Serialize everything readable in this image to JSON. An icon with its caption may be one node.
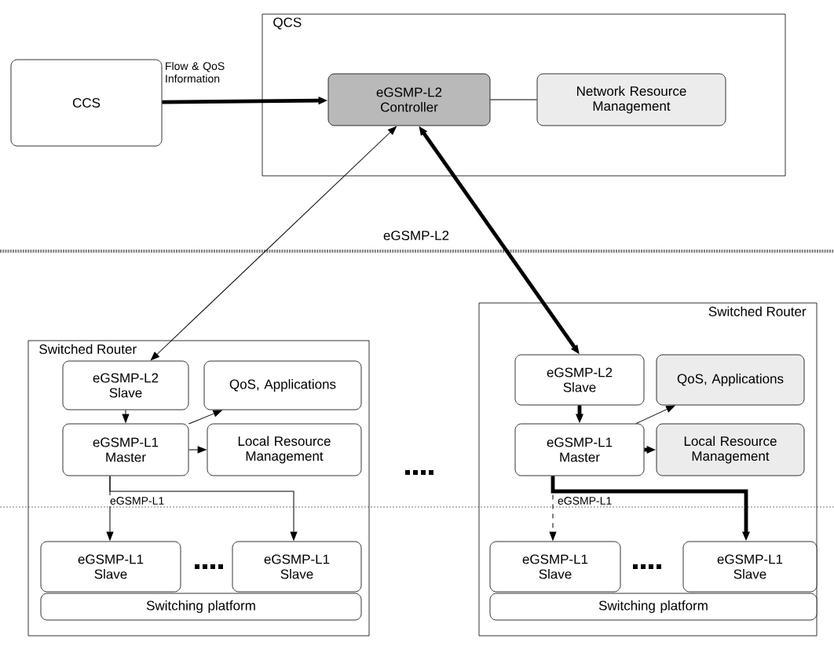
{
  "diagram": {
    "nodes": [
      {
        "text": [
          "CCS"
        ]
      },
      {
        "text": [
          "QCS"
        ]
      },
      {
        "text": [
          "eGSMP-L2 Controller"
        ],
        "in": 1
      },
      {
        "text": [
          "Network Resource Management"
        ],
        "in": 1
      },
      {
        "text": [
          "Switched Router"
        ]
      },
      {
        "text": [
          "eGSMP-L2 Slave"
        ],
        "in": 4
      },
      {
        "text": [
          "QoS, Applications"
        ],
        "in": 4
      },
      {
        "text": [
          "eGSMP-L1 Master"
        ],
        "in": 4
      },
      {
        "text": [
          "Local Resource Management"
        ],
        "in": 4
      },
      {
        "text": [
          "eGSMP-L1 Slave"
        ],
        "in": 4
      },
      {
        "text": [
          "eGSMP-L1 Slave"
        ],
        "in": 4
      },
      {
        "text": [
          "Switching platform"
        ],
        "in": 4
      },
      {
        "text": [
          "Switched Router"
        ]
      },
      {
        "text": [
          "eGSMP-L2 Slave"
        ],
        "in": 12
      },
      {
        "text": [
          "QoS, Applications"
        ],
        "in": 12
      },
      {
        "text": [
          "eGSMP-L1 Master"
        ],
        "in": 12
      },
      {
        "text": [
          "Local Resource Management"
        ],
        "in": 12
      },
      {
        "text": [
          "eGSMP-L1 Slave"
        ],
        "in": 12
      },
      {
        "text": [
          "eGSMP-L1 Slave"
        ],
        "in": 12
      },
      {
        "text": [
          "Switching platform"
        ],
        "in": 12
      }
    ],
    "edges": [
      {
        "from": 0,
        "to": 2,
        "arrow": "to",
        "label": "Flow & QoS Information",
        "style": "thick"
      },
      {
        "from": 2,
        "to": 3,
        "arrow": "none"
      },
      {
        "from": 5,
        "to": 2,
        "arrow": "both"
      },
      {
        "from": 13,
        "to": 2,
        "arrow": "both",
        "style": "thick"
      },
      {
        "from": 5,
        "to": 7,
        "arrow": "to"
      },
      {
        "from": 7,
        "to": 6,
        "arrow": "to"
      },
      {
        "from": 7,
        "to": 8,
        "arrow": "to"
      },
      {
        "from": 7,
        "to": 9,
        "arrow": "to",
        "label": "eGSMP-L1"
      },
      {
        "from": 7,
        "to": 10,
        "arrow": "to"
      },
      {
        "from": 13,
        "to": 15,
        "arrow": "to",
        "style": "thick"
      },
      {
        "from": 15,
        "to": 14,
        "arrow": "to"
      },
      {
        "from": 15,
        "to": 16,
        "arrow": "to",
        "style": "thick"
      },
      {
        "from": 15,
        "to": 17,
        "arrow": "to",
        "label": "eGSMP-L1",
        "style": "dashed"
      },
      {
        "from": 15,
        "to": 18,
        "arrow": "to",
        "style": "thick"
      }
    ],
    "labels": [
      "eGSMP-L2"
    ]
  }
}
